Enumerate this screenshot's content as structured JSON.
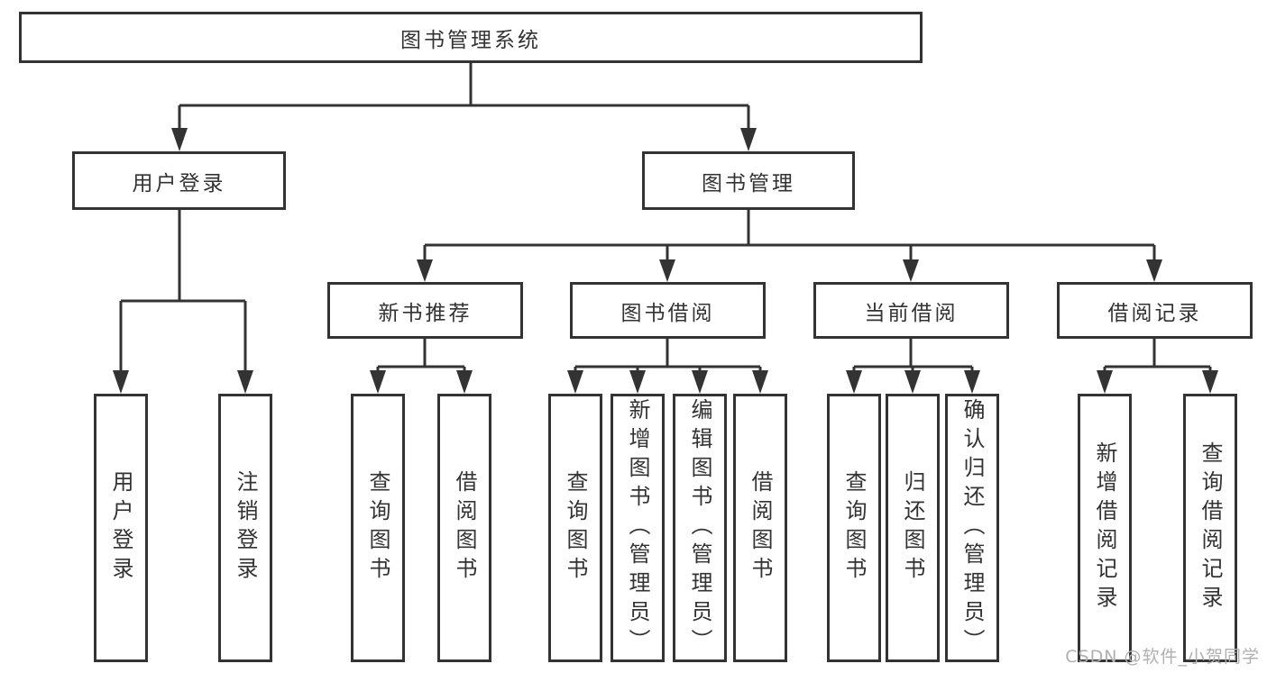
{
  "diagram": {
    "root": {
      "label": "图书管理系统",
      "children": [
        {
          "label": "用户登录",
          "children": [
            {
              "label": "用户登录"
            },
            {
              "label": "注销登录"
            }
          ]
        },
        {
          "label": "图书管理",
          "children": [
            {
              "label": "新书推荐",
              "children": [
                {
                  "label": "查询图书"
                },
                {
                  "label": "借阅图书"
                }
              ]
            },
            {
              "label": "图书借阅",
              "children": [
                {
                  "label": "查询图书"
                },
                {
                  "label": "新增图书（管理员）"
                },
                {
                  "label": "编辑图书（管理员）"
                },
                {
                  "label": "借阅图书"
                }
              ]
            },
            {
              "label": "当前借阅",
              "children": [
                {
                  "label": "查询图书"
                },
                {
                  "label": "归还图书"
                },
                {
                  "label": "确认归还（管理员）"
                }
              ]
            },
            {
              "label": "借阅记录",
              "children": [
                {
                  "label": "新增借阅记录"
                },
                {
                  "label": "查询借阅记录"
                }
              ]
            }
          ]
        }
      ]
    }
  },
  "watermark": {
    "text": "CSDN @软件_小贺同学"
  },
  "colors": {
    "line": "#333333",
    "box_background": "#ffffff",
    "text": "#333333",
    "watermark": "#b0b0b0",
    "page_background": "#ffffff"
  }
}
